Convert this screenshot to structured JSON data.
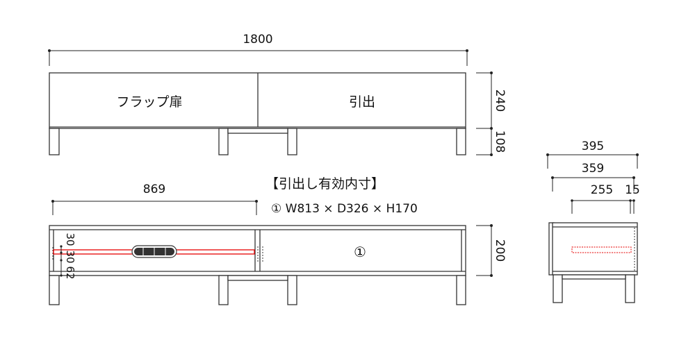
{
  "front_view": {
    "width_dim": "1800",
    "flap_door_label": "フラップ扉",
    "drawer_label": "引出",
    "height_dim": "240",
    "leg_dim": "108"
  },
  "inner_view": {
    "width_dim": "869",
    "height_dim": "200",
    "small_dims": [
      "30",
      "30",
      "62"
    ],
    "drawer_marker": "①"
  },
  "drawer_spec": {
    "title": "【引出し有効内寸】",
    "spec": "① W813 × D326 × H170"
  },
  "side_view": {
    "depth_dim": "395",
    "inner_depth_dim": "359",
    "drawer_dim": "255",
    "gap_dim": "15"
  },
  "colors": {
    "line": "#333333",
    "highlight": "#e60000"
  }
}
